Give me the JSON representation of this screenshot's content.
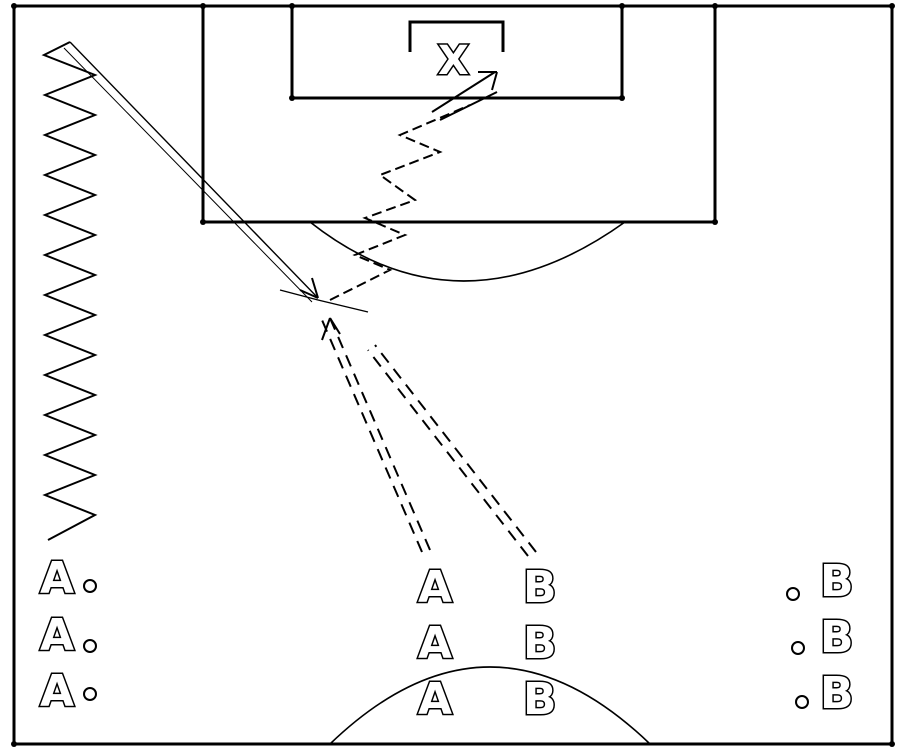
{
  "diagram": {
    "goalkeeper_label": "X",
    "left_queue": {
      "label": "A",
      "count": 3
    },
    "center_column_a": {
      "label": "A",
      "count": 3
    },
    "center_column_b": {
      "label": "B",
      "count": 3
    },
    "right_queue": {
      "label": "B",
      "count": 3
    },
    "colors": {
      "line": "#000000",
      "pitch": "#ffffff",
      "outline_text": "#000000"
    }
  }
}
